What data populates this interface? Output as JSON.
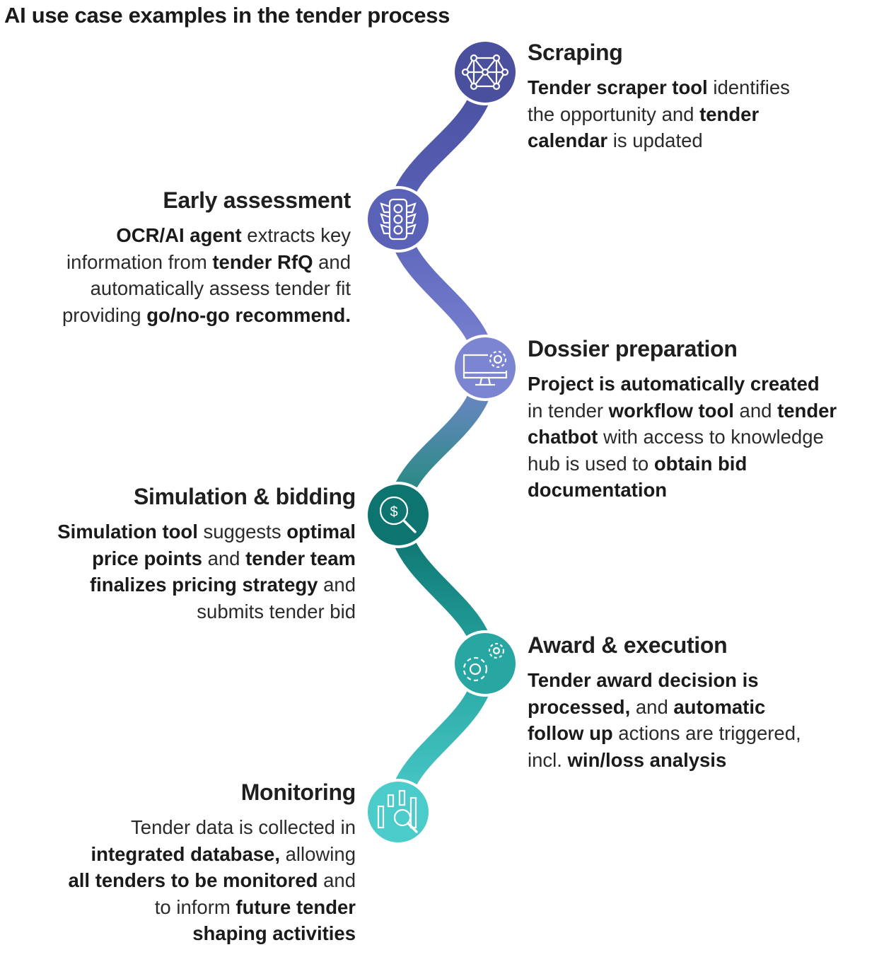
{
  "title": "AI use case examples in the tender process",
  "colors": [
    "#4a4f9e",
    "#5a62b8",
    "#7b85d2",
    "#2f8a8a",
    "#0e7470",
    "#27a6a2",
    "#4ccbcb"
  ],
  "steps": [
    {
      "heading": "Scraping",
      "icon": "network-icon",
      "color": "#4a4f9e",
      "lines": [
        [
          {
            "t": "Tender scraper tool",
            "b": true
          },
          {
            "t": " identifies",
            "b": false
          }
        ],
        [
          {
            "t": "the opportunity and ",
            "b": false
          },
          {
            "t": "tender",
            "b": true
          }
        ],
        [
          {
            "t": "calendar",
            "b": true
          },
          {
            "t": " is updated",
            "b": false
          }
        ]
      ]
    },
    {
      "heading": "Early assessment",
      "icon": "traffic-light-icon",
      "color": "#5a62b8",
      "lines": [
        [
          {
            "t": "OCR/AI agent",
            "b": true
          },
          {
            "t": " extracts key",
            "b": false
          }
        ],
        [
          {
            "t": "information from ",
            "b": false
          },
          {
            "t": "tender RfQ",
            "b": true
          },
          {
            "t": " and",
            "b": false
          }
        ],
        [
          {
            "t": "automatically assess tender fit",
            "b": false
          }
        ],
        [
          {
            "t": "providing ",
            "b": false
          },
          {
            "t": "go/no-go recommend.",
            "b": true
          }
        ]
      ]
    },
    {
      "heading": "Dossier preparation",
      "icon": "monitor-gear-icon",
      "color": "#7b85d2",
      "lines": [
        [
          {
            "t": "Project is automatically created",
            "b": true
          }
        ],
        [
          {
            "t": "in tender ",
            "b": false
          },
          {
            "t": "workflow tool",
            "b": true
          },
          {
            "t": " and ",
            "b": false
          },
          {
            "t": "tender",
            "b": true
          }
        ],
        [
          {
            "t": "chatbot",
            "b": true
          },
          {
            "t": " with access to knowledge",
            "b": false
          }
        ],
        [
          {
            "t": "hub is used to ",
            "b": false
          },
          {
            "t": "obtain bid",
            "b": true
          }
        ],
        [
          {
            "t": "documentation",
            "b": true
          }
        ]
      ]
    },
    {
      "heading": "Simulation & bidding",
      "icon": "dollar-search-icon",
      "color": "#0e7470",
      "lines": [
        [
          {
            "t": "Simulation tool",
            "b": true
          },
          {
            "t": " suggests ",
            "b": false
          },
          {
            "t": "optimal",
            "b": true
          }
        ],
        [
          {
            "t": "price points",
            "b": true
          },
          {
            "t": " and ",
            "b": false
          },
          {
            "t": "tender team",
            "b": true
          }
        ],
        [
          {
            "t": "finalizes pricing strategy",
            "b": true
          },
          {
            "t": " and",
            "b": false
          }
        ],
        [
          {
            "t": "submits tender bid",
            "b": false
          }
        ]
      ]
    },
    {
      "heading": "Award & execution",
      "icon": "gears-icon",
      "color": "#27a6a2",
      "lines": [
        [
          {
            "t": "Tender award decision is",
            "b": true
          }
        ],
        [
          {
            "t": "processed,",
            "b": true
          },
          {
            "t": " and ",
            "b": false
          },
          {
            "t": "automatic",
            "b": true
          }
        ],
        [
          {
            "t": "follow up",
            "b": true
          },
          {
            "t": " actions are triggered,",
            "b": false
          }
        ],
        [
          {
            "t": "incl. ",
            "b": false
          },
          {
            "t": "win/loss analysis",
            "b": true
          }
        ]
      ]
    },
    {
      "heading": "Monitoring",
      "icon": "chart-search-icon",
      "color": "#4ccbcb",
      "lines": [
        [
          {
            "t": "Tender data is collected in",
            "b": false
          }
        ],
        [
          {
            "t": "integrated database,",
            "b": true
          },
          {
            "t": " allowing",
            "b": false
          }
        ],
        [
          {
            "t": "all tenders to be monitored",
            "b": true
          },
          {
            "t": " and",
            "b": false
          }
        ],
        [
          {
            "t": "to inform ",
            "b": false
          },
          {
            "t": "future tender",
            "b": true
          }
        ],
        [
          {
            "t": "shaping activities",
            "b": true
          }
        ]
      ]
    }
  ]
}
